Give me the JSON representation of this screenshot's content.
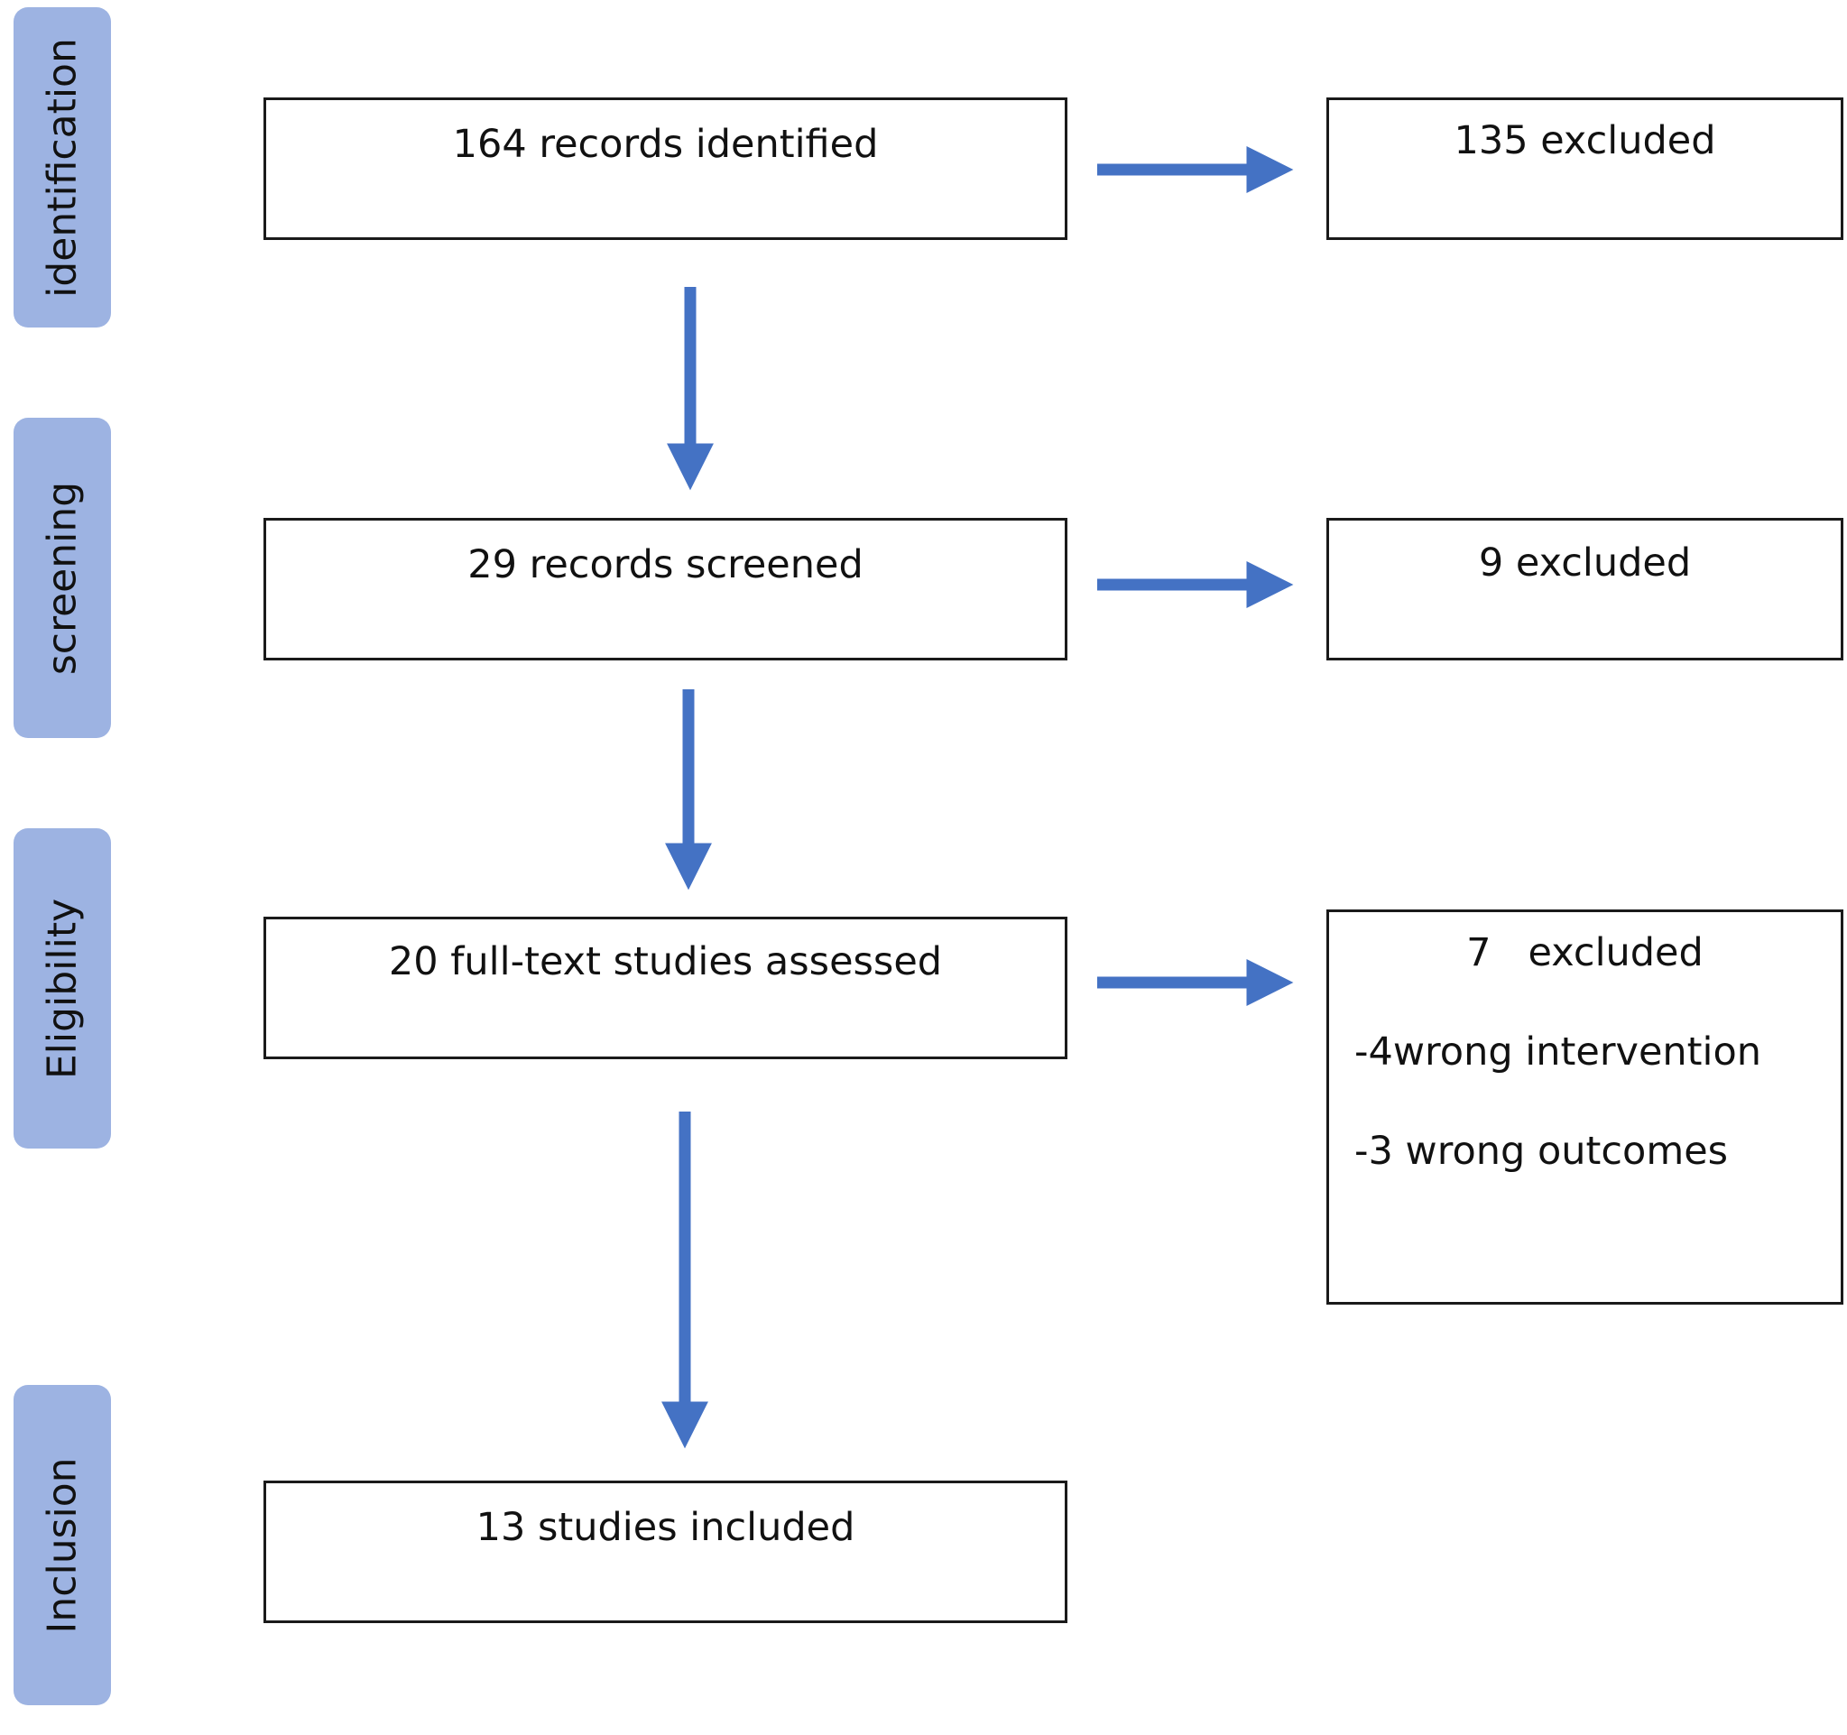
{
  "colors": {
    "stage_fill": "#9DB3E2",
    "arrow": "#4472C4",
    "box_border": "#1a1a1a"
  },
  "stages": [
    {
      "label": "identification"
    },
    {
      "label": "screening"
    },
    {
      "label": "Eligibility"
    },
    {
      "label": "Inclusion"
    }
  ],
  "main_boxes": [
    {
      "text": "164 records identified"
    },
    {
      "text": "29 records screened"
    },
    {
      "text": "20 full-text studies assessed"
    },
    {
      "text": "13 studies included"
    }
  ],
  "exclusion_boxes": [
    {
      "text": "135 excluded"
    },
    {
      "text": "9 excluded"
    },
    {
      "text": "7   excluded",
      "reasons": [
        "-4wrong intervention",
        "-3 wrong outcomes"
      ]
    }
  ]
}
